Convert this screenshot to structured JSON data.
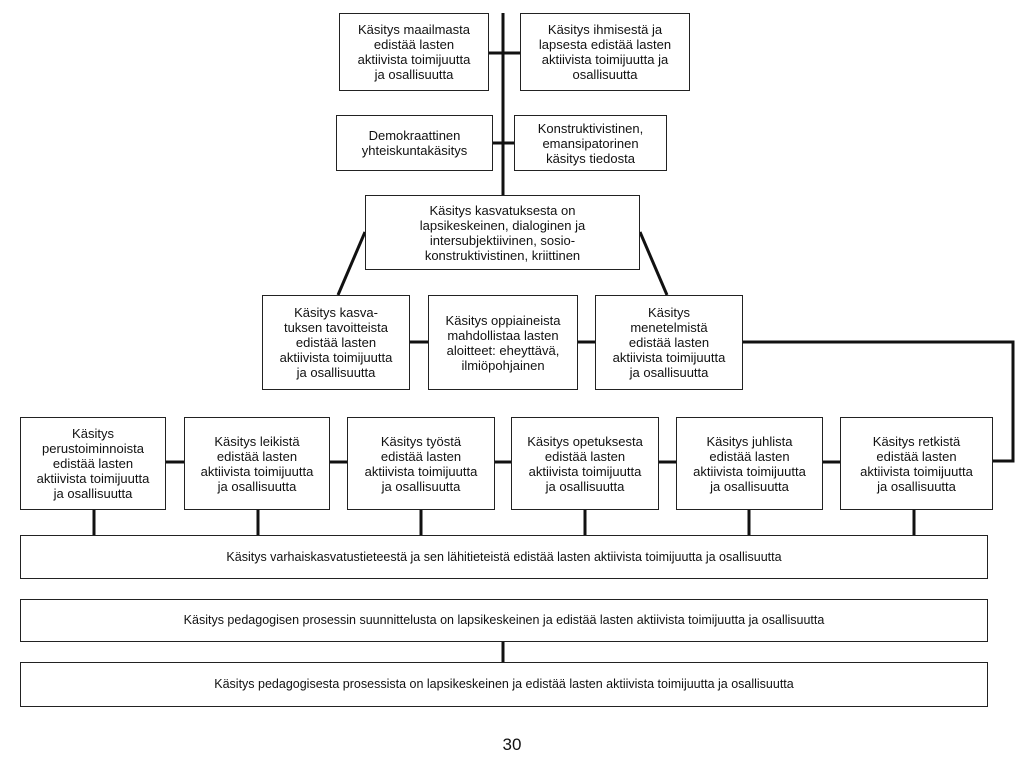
{
  "diagram": {
    "top_left": "Käsitys maailmasta\nedistää lasten\naktiivista toimijuutta\nja osallisuutta",
    "top_right": "Käsitys ihmisestä ja\nlapsesta edistää lasten\naktiivista toimijuutta ja\nosallisuutta",
    "society": "Demokraattinen\nyhteiskuntakäsitys",
    "knowledge": "Konstruktivistinen,\nemansipatorinen\nkäsitys tiedosta",
    "education": "Käsitys kasvatuksesta on\nlapsikeskeinen, dialoginen ja\nintersubjektiivinen, sosio-\nkonstruktivistinen, kriittinen",
    "goals": "Käsitys kasva-\ntuksen tavoitteista\nedistää lasten\naktiivista toimijuutta\nja osallisuutta",
    "subjects": "Käsitys oppiaineista\nmahdollistaa lasten\naloitteet: eheyttävä,\nilmiöpohjainen",
    "methods": "Käsitys\nmenetelmistä\nedistää lasten\naktiivista toimijuutta\nja osallisuutta",
    "activities": [
      "Käsitys\nperustoiminnoista\nedistää lasten\naktiivista toimijuutta\nja osallisuutta",
      "Käsitys leikistä\nedistää lasten\naktiivista toimijuutta\nja osallisuutta",
      "Käsitys työstä\nedistää lasten\naktiivista toimijuutta\nja osallisuutta",
      "Käsitys opetuksesta\nedistää lasten\naktiivista toimijuutta\nja osallisuutta",
      "Käsitys juhlista\nedistää lasten\naktiivista toimijuutta\nja osallisuutta",
      "Käsitys retkistä\nedistää lasten\naktiivista toimijuutta\nja osallisuutta"
    ],
    "science": "Käsitys varhaiskasvatustieteestä ja sen lähitieteistä edistää lasten aktiivista toimijuutta ja osallisuutta",
    "planning": "Käsitys pedagogisen prosessin suunnittelusta on lapsikeskeinen ja edistää lasten aktiivista toimijuutta ja osallisuutta",
    "process": "Käsitys pedagogisesta prosessista on lapsikeskeinen ja edistää lasten aktiivista toimijuutta ja osallisuutta"
  },
  "page_number": "30"
}
